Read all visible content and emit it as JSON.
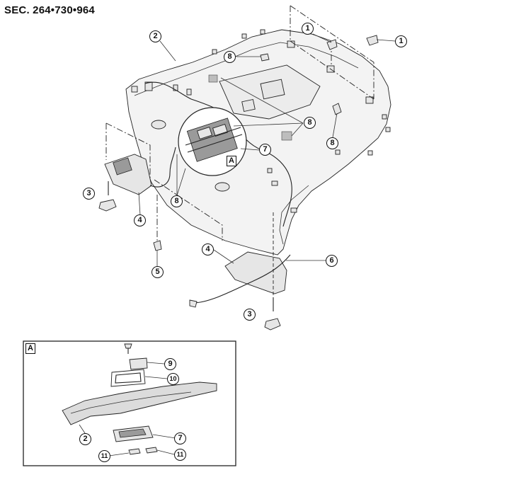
{
  "section_code": "SEC. 264•730•964",
  "detail_label": "A",
  "callouts": {
    "c1a": "1",
    "c1b": "1",
    "c2": "2",
    "c3a": "3",
    "c3b": "3",
    "c4a": "4",
    "c4b": "4",
    "c5": "5",
    "c6": "6",
    "c7": "7",
    "c8a": "8",
    "c8b": "8",
    "c8c": "8",
    "c8d": "8",
    "d2": "2",
    "d7": "7",
    "d9": "9",
    "d10": "10",
    "d11a": "11",
    "d11b": "11"
  }
}
